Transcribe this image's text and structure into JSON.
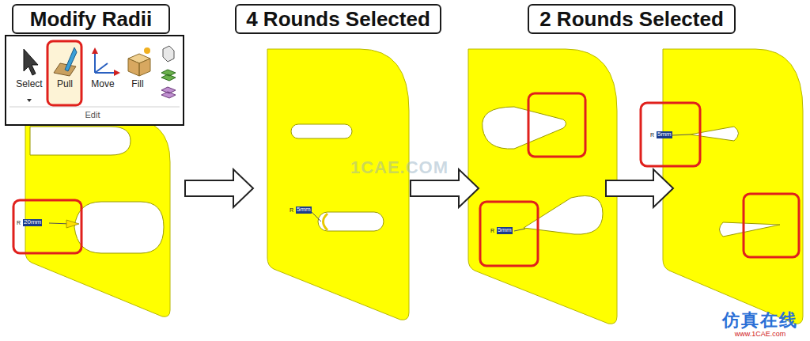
{
  "diagram": {
    "nodes": [
      {
        "text": [
          "Modify Radii"
        ]
      },
      {
        "text": [
          "4 Rounds Selected"
        ]
      },
      {
        "text": [
          "2 Rounds Selected"
        ]
      }
    ],
    "labels": [
      "Select",
      "Pull",
      "Move",
      "Fill",
      "Edit",
      "R",
      "20mm",
      "R",
      "5mm",
      "R",
      "5mm",
      "R",
      "5mm",
      "1CAE.COM",
      "仿真在线",
      "www.1CAE.com"
    ]
  }
}
